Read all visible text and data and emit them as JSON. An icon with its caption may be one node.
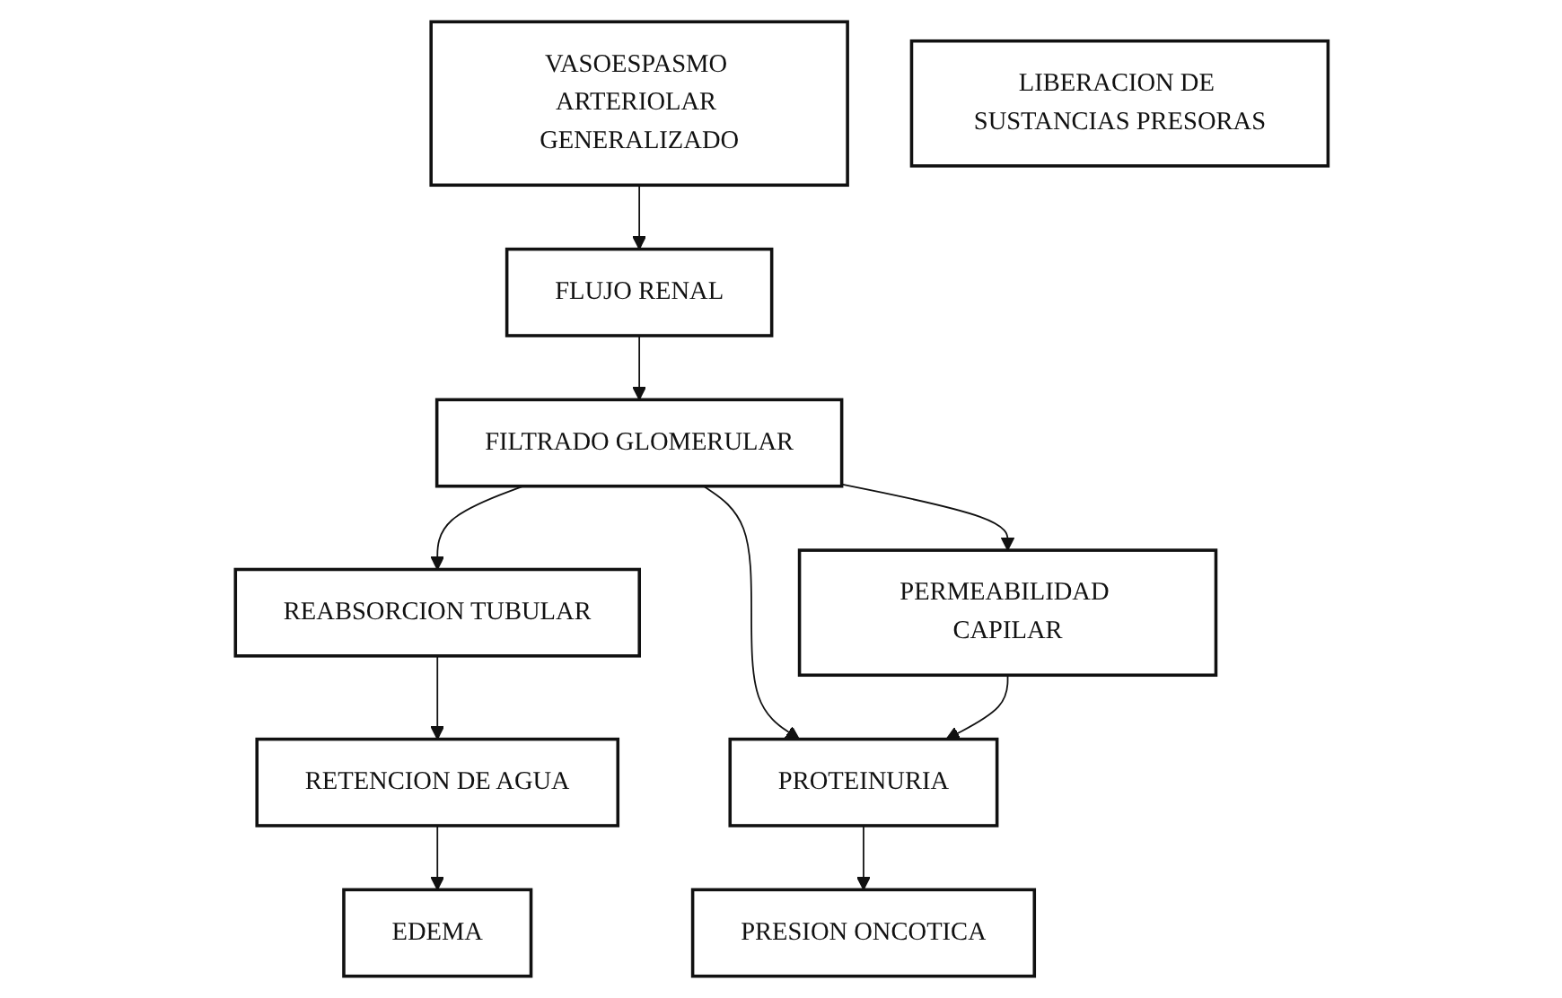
{
  "diagram": {
    "nodes": [
      {
        "text": [
          "VASOESPASMO ARTERIOLAR GENERALIZADO"
        ]
      },
      {
        "text": [
          "FLUJO RENAL"
        ]
      },
      {
        "text": [
          "FILTRADO GLOMERULAR"
        ]
      },
      {
        "text": [
          "REABSORCION TUBULAR"
        ]
      },
      {
        "text": [
          "LIBERACION DE SUSTANCIAS PRESORAS"
        ]
      },
      {
        "text": [
          "PERMEABILIDAD CAPILAR"
        ]
      },
      {
        "text": [
          "RETENCION DE AGUA"
        ]
      },
      {
        "text": [
          "PROTEINURIA"
        ]
      },
      {
        "text": [
          "EDEMA"
        ]
      },
      {
        "text": [
          "PRESION ONCOTICA"
        ]
      }
    ],
    "edges": [
      {
        "from": 0,
        "to": 1,
        "arrow": "to"
      },
      {
        "from": 1,
        "to": 2,
        "arrow": "to"
      },
      {
        "from": 2,
        "to": 3,
        "arrow": "to"
      },
      {
        "from": 2,
        "to": 5,
        "arrow": "to"
      },
      {
        "from": 2,
        "to": 7,
        "arrow": "to"
      },
      {
        "from": 3,
        "to": 6,
        "arrow": "to"
      },
      {
        "from": 5,
        "to": 7,
        "arrow": "to"
      },
      {
        "from": 6,
        "to": 8,
        "arrow": "to"
      },
      {
        "from": 7,
        "to": 9,
        "arrow": "to"
      }
    ]
  }
}
